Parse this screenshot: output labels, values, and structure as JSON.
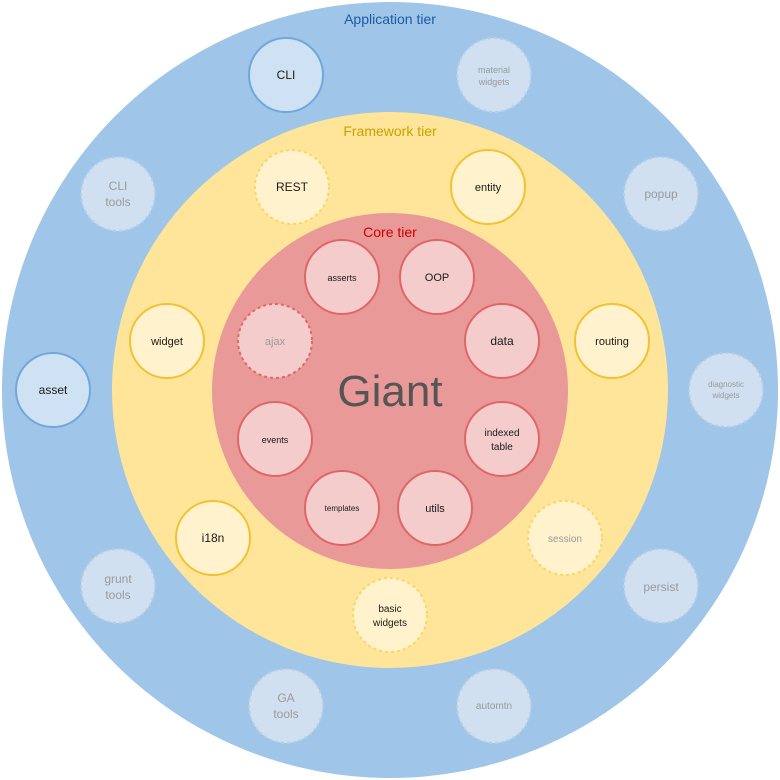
{
  "title": "Giant",
  "tiers": {
    "application": {
      "label": "Application tier",
      "fill": "#9fc5e8",
      "label_color": "#1c5aa3"
    },
    "framework": {
      "label": "Framework tier",
      "fill": "#ffe599",
      "label_color": "#c9a000"
    },
    "core": {
      "label": "Core tier",
      "fill": "#ea9999",
      "label_color": "#cc0000"
    }
  },
  "node_styles": {
    "application": {
      "solid_fill": "#cfe2f3",
      "solid_stroke": "#6fa8dc",
      "dashed_fill": "#d0e0f0",
      "dashed_stroke": "#b4cfe8"
    },
    "framework": {
      "solid_fill": "#fff2cc",
      "solid_stroke": "#f1c232",
      "dashed_fill": "#fff2cc",
      "dashed_stroke": "#f6d76a"
    },
    "core": {
      "solid_fill": "#f4cccc",
      "solid_stroke": "#e06666",
      "dashed_fill": "#f4cccc",
      "dashed_stroke": "#e06666"
    }
  },
  "nodes": {
    "app_cli": {
      "line1": "CLI",
      "line2": "",
      "state": "active"
    },
    "app_material_widgets": {
      "line1": "material",
      "line2": "widgets",
      "state": "planned"
    },
    "app_cli_tools": {
      "line1": "CLI",
      "line2": "tools",
      "state": "planned"
    },
    "app_popup": {
      "line1": "popup",
      "line2": "",
      "state": "planned"
    },
    "app_asset": {
      "line1": "asset",
      "line2": "",
      "state": "active"
    },
    "app_diagnostic_widgets": {
      "line1": "diagnostic",
      "line2": "widgets",
      "state": "planned"
    },
    "app_grunt_tools": {
      "line1": "grunt",
      "line2": "tools",
      "state": "planned"
    },
    "app_persist": {
      "line1": "persist",
      "line2": "",
      "state": "planned"
    },
    "app_ga_tools": {
      "line1": "GA",
      "line2": "tools",
      "state": "planned"
    },
    "app_automtn": {
      "line1": "automtn",
      "line2": "",
      "state": "planned"
    },
    "fw_rest": {
      "line1": "REST",
      "line2": "",
      "state": "semi"
    },
    "fw_entity": {
      "line1": "entity",
      "line2": "",
      "state": "active"
    },
    "fw_widget": {
      "line1": "widget",
      "line2": "",
      "state": "active"
    },
    "fw_routing": {
      "line1": "routing",
      "line2": "",
      "state": "active"
    },
    "fw_i18n": {
      "line1": "i18n",
      "line2": "",
      "state": "active"
    },
    "fw_session": {
      "line1": "session",
      "line2": "",
      "state": "planned"
    },
    "fw_basic_widgets": {
      "line1": "basic",
      "line2": "widgets",
      "state": "semi"
    },
    "core_asserts": {
      "line1": "asserts",
      "line2": "",
      "state": "active"
    },
    "core_oop": {
      "line1": "OOP",
      "line2": "",
      "state": "active"
    },
    "core_ajax": {
      "line1": "ajax",
      "line2": "",
      "state": "planned"
    },
    "core_data": {
      "line1": "data",
      "line2": "",
      "state": "active"
    },
    "core_events": {
      "line1": "events",
      "line2": "",
      "state": "active"
    },
    "core_indexed_table": {
      "line1": "indexed",
      "line2": "table",
      "state": "active"
    },
    "core_templates": {
      "line1": "templates",
      "line2": "",
      "state": "active"
    },
    "core_utils": {
      "line1": "utils",
      "line2": "",
      "state": "active"
    }
  },
  "text_colors": {
    "active": "#1a1a1a",
    "planned": "#9a9a9a",
    "title": "#555555"
  }
}
